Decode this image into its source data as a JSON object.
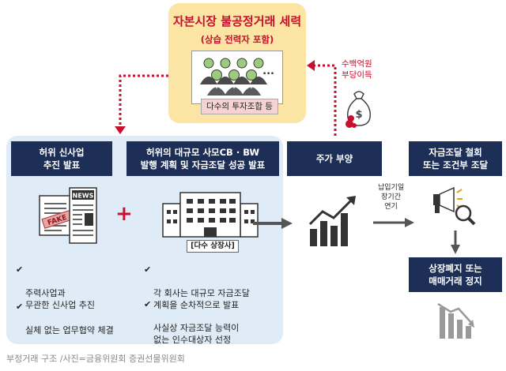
{
  "syndicate": {
    "title": "자본시장 불공정거래 세력",
    "subtitle": "(상습 전력자 포함)",
    "label": "다수의 투자조합 등",
    "dots": "..."
  },
  "steps": {
    "fake_business": "허위 신사업\n추진 발표",
    "fake_cb": "허위의 대규모 사모CB · BW\n발행 계획 및 자금조달 성공 발표",
    "price_up": "주가 부양",
    "fund_withdraw": "자금조달 철회\n또는 조건부 조달",
    "delisting": "상장폐지 또는\n매매거래 정지"
  },
  "icons": {
    "fake_label": "FAKE",
    "news_label": "NEWS"
  },
  "listed_company_label": "[다수 상장사]",
  "bullets_left": [
    "주력사업과\n무관한 신사업 추진",
    "실체 없는 업무협약 체결"
  ],
  "bullets_mid": [
    "각 회사는 대규모 자금조달\n계획을 순차적으로 발표",
    "사실상 자금조달 능력이\n없는 인수대상자 선정"
  ],
  "check_mark": "✔",
  "profit_label": "수백억원\n부당이득",
  "delay_label": "납입기일\n장기간\n연기",
  "caption": "부정거래 구조 /사진=금융위원회 증권선물위원회",
  "colors": {
    "header_navy": "#1d2f57",
    "accent_red": "#c8102e",
    "panel_blue": "#dfecf7",
    "syndicate_yellow": "#fbe4a4"
  }
}
